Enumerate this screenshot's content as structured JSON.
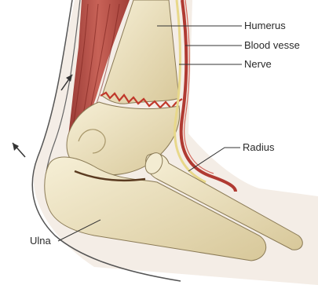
{
  "labels": {
    "humerus": "Humerus",
    "blood_vessel": "Blood vesse",
    "nerve": "Nerve",
    "radius": "Radius",
    "ulna": "Ulna"
  },
  "colors": {
    "bone": "#efe6c4",
    "bone_shade": "#d9cba0",
    "muscle": "#b4453e",
    "skin_outline": "#4a4a4a",
    "nerve": "#e8d88a",
    "fracture": "#c0392b"
  }
}
